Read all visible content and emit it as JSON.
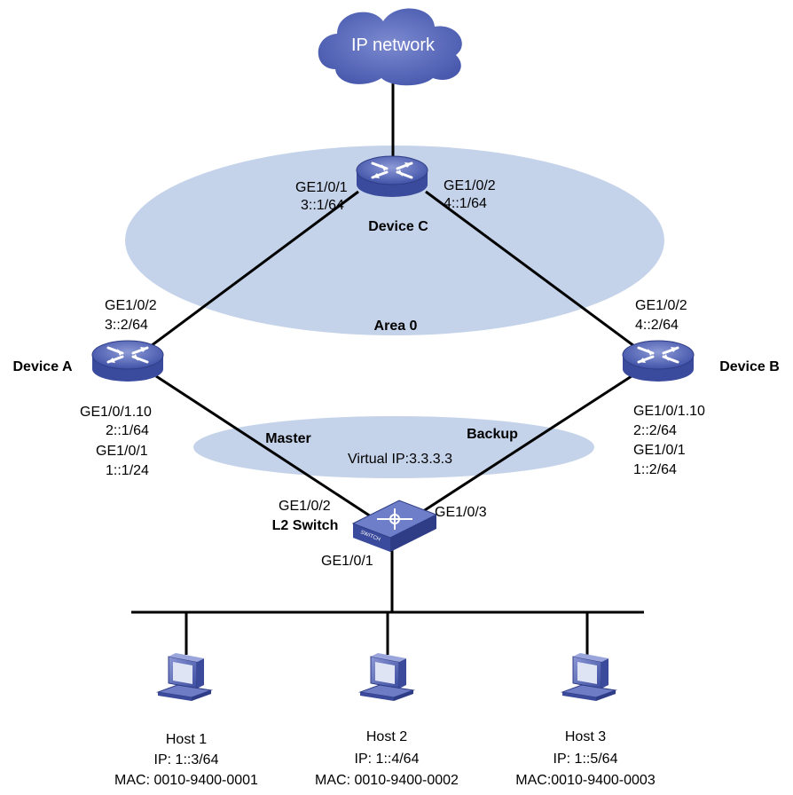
{
  "cloud": {
    "label": "IP network"
  },
  "area": {
    "label": "Area 0"
  },
  "vrrp": {
    "master_label": "Master",
    "backup_label": "Backup",
    "virtual_ip": "Virtual IP:3.3.3.3"
  },
  "device_c": {
    "name": "Device C",
    "if_left": "GE1/0/1",
    "ip_left": "3::1/64",
    "if_right": "GE1/0/2",
    "ip_right": "4::1/64"
  },
  "device_a": {
    "name": "Device A",
    "if_up": "GE1/0/2",
    "ip_up": "3::2/64",
    "if_sub": "GE1/0/1.10",
    "ip_sub": "2::1/64",
    "if_down": "GE1/0/1",
    "ip_down": "1::1/24"
  },
  "device_b": {
    "name": "Device B",
    "if_up": "GE1/0/2",
    "ip_up": "4::2/64",
    "if_sub": "GE1/0/1.10",
    "ip_sub": "2::2/64",
    "if_down": "GE1/0/1",
    "ip_down": "1::2/64"
  },
  "switch": {
    "name": "L2 Switch",
    "icon_text": "SWITCH",
    "if_left": "GE1/0/2",
    "if_right": "GE1/0/3",
    "if_down": "GE1/0/1"
  },
  "hosts": [
    {
      "name": "Host 1",
      "ip": "IP: 1::3/64",
      "mac": "MAC: 0010-9400-0001"
    },
    {
      "name": "Host 2",
      "ip": "IP: 1::4/64",
      "mac": "MAC: 0010-9400-0002"
    },
    {
      "name": "Host 3",
      "ip": "IP: 1::5/64",
      "mac": "MAC:0010-9400-0003"
    }
  ],
  "colors": {
    "ellipse": "#c5d3ea",
    "device": "#5566b5",
    "cloud": "#5b6cb8",
    "line": "#000000"
  }
}
